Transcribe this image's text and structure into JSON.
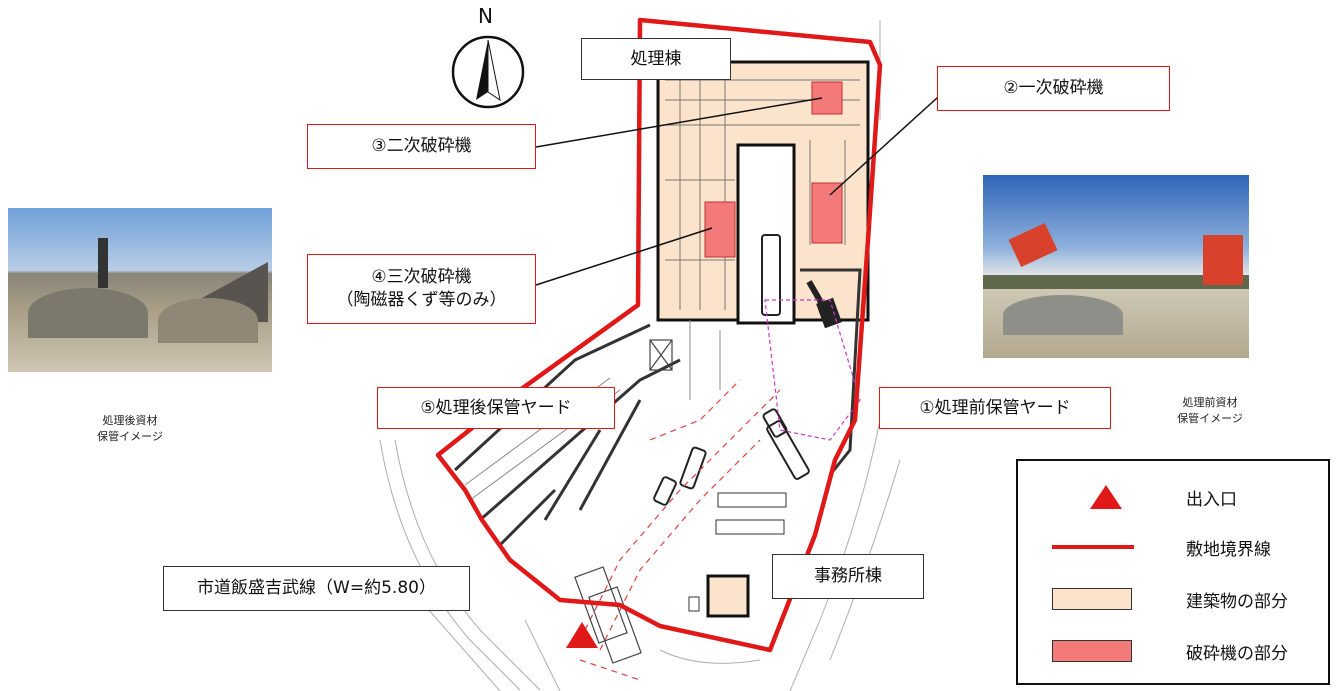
{
  "compass": {
    "letter": "N"
  },
  "labels": {
    "processing_building": "処理棟",
    "secondary_crusher": "③二次破砕機",
    "primary_crusher": "②一次破砕機",
    "tertiary_crusher_line1": "④三次破砕機",
    "tertiary_crusher_line2": "（陶磁器くず等のみ）",
    "post_storage_yard": "⑤処理後保管ヤード",
    "pre_storage_yard": "①処理前保管ヤード",
    "city_road": "市道飯盛吉武線（W=約5.80）",
    "office_building": "事務所棟"
  },
  "photos": {
    "after_caption_line1": "処理後資材",
    "after_caption_line2": "保管イメージ",
    "before_caption_line1": "処理前資材",
    "before_caption_line2": "保管イメージ"
  },
  "legend": {
    "items": [
      {
        "label": "出入口",
        "color": "#e01818"
      },
      {
        "label": "敷地境界線",
        "color": "#e01818"
      },
      {
        "label": "建築物の部分",
        "color": "#fbe3cc"
      },
      {
        "label": "破砕機の部分",
        "color": "#f47a7a"
      }
    ]
  },
  "colors": {
    "boundary": "#e01818",
    "building": "#fbe3cc",
    "crusher": "#f47a7a"
  }
}
